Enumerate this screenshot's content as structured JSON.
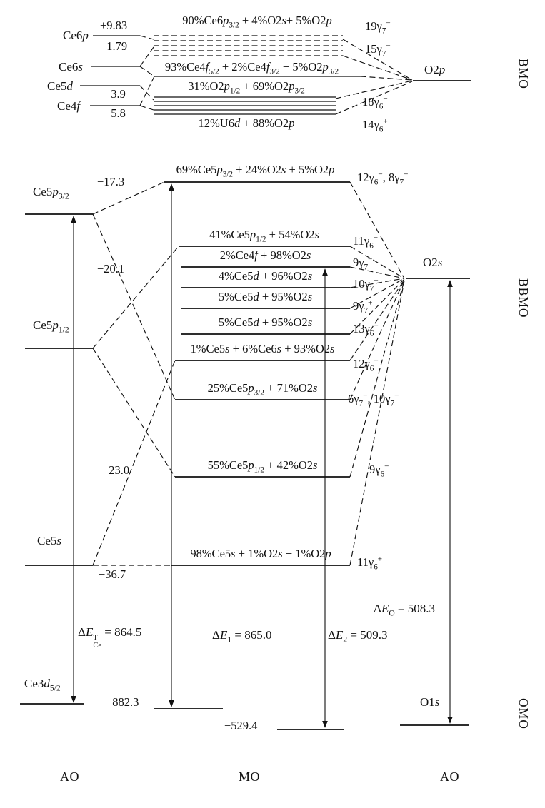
{
  "bmo": {
    "section_label": "BMO",
    "ao_ce6p": "Ce6<i>p</i>",
    "ao_ce6s": "Ce6<i>s</i>",
    "ao_ce5d": "Ce5<i>d</i>",
    "ao_ce4f": "Ce4<i>f</i>",
    "e_ce6p": "+9.83",
    "e_ce6s": "−1.79",
    "e_ce5d": "−3.9",
    "e_ce4f": "−5.8",
    "mo_top": "90%Ce6<i>p</i><sub>3/2</sub> + 4%O2<i>s</i>+ 5%O2<i>p</i>",
    "mo_4f": "93%Ce4<i>f</i><sub>5/2</sub> + 2%Ce4<i>f</i><sub>3/2</sub> + 5%O2<i>p</i><sub>3/2</sub>",
    "mo_2p": "31%O2<i>p</i><sub>1/2</sub> + 69%O2<i>p</i><sub>3/2</sub>",
    "mo_u6d": "12%U6<i>d</i> + 88%O2<i>p</i>",
    "sym_19g7": "19γ<sub>7</sub><sup>−</sup>",
    "sym_15g7": "15γ<sub>7</sub><sup>−</sup>",
    "sym_18g6": "18γ<sub>6</sub><sup>−</sup>",
    "sym_14g6": "14γ<sub>6</sub><sup>+</sup>",
    "ao_o2p": "O2<i>p</i>"
  },
  "bbmo": {
    "section_label": "BBMO",
    "ao_ce5p32": "Ce5<i>p</i><sub>3/2</sub>",
    "ao_ce5p12": "Ce5<i>p</i><sub>1/2</sub>",
    "ao_ce5s": "Ce5<i>s</i>",
    "e_17_3": "−17.3",
    "e_20_1": "−20.1",
    "e_23_0": "−23.0",
    "e_36_7": "−36.7",
    "ao_o2s": "O2<i>s</i>",
    "mos": [
      {
        "composition": "69%Ce5<i>p</i><sub>3/2</sub> + 24%O2<i>s</i> + 5%O2<i>p</i>",
        "symmetry": "12γ<sub>6</sub><sup>−</sup>, 8γ<sub>7</sub><sup>−</sup>"
      },
      {
        "composition": "41%Ce5<i>p</i><sub>1/2</sub> + 54%O2<i>s</i>",
        "symmetry": "11γ<sub>6</sub><sup>−</sup>"
      },
      {
        "composition": "2%Ce4<i>f</i> + 98%O2<i>s</i>",
        "symmetry": "9γ<sub>7</sub><sup>−</sup>"
      },
      {
        "composition": "4%Ce5<i>d</i> + 96%O2<i>s</i>",
        "symmetry": "10γ<sub>7</sub><sup>+</sup>"
      },
      {
        "composition": "5%Ce5<i>d</i> + 95%O2<i>s</i>",
        "symmetry": "9γ<sub>7</sub><sup>+</sup>"
      },
      {
        "composition": "5%Ce5<i>d</i> + 95%O2<i>s</i>",
        "symmetry": "13γ<sub>6</sub><sup>+</sup>"
      },
      {
        "composition": "1%Ce5<i>s</i> + 6%Ce6<i>s</i> + 93%O2<i>s</i>",
        "symmetry": "12γ<sub>6</sub><sup>+</sup>"
      },
      {
        "composition": "25%Ce5<i>p</i><sub>3/2</sub> + 71%O2<i>s</i>",
        "symmetry": "6γ<sub>7</sub><sup>−</sup>, 10γ<sub>7</sub><sup>−</sup>"
      },
      {
        "composition": "55%Ce5<i>p</i><sub>1/2</sub> + 42%O2<i>s</i>",
        "symmetry": "9γ<sub>6</sub><sup>−</sup>"
      },
      {
        "composition": "98%Ce5<i>s</i> + 1%O2<i>s</i> + 1%O2<i>p</i>",
        "symmetry": "11γ<sub>6</sub><sup>+</sup>"
      }
    ]
  },
  "omo": {
    "section_label": "OMO",
    "ao_ce3d": "Ce3<i>d</i><sub>5/2</sub>",
    "e_ce3d": "−882.3",
    "e_mo": "−529.4",
    "ao_o1s": "O1<i>s</i>"
  },
  "arrows": {
    "de_ce": "Δ<i>E</i><span class='ss'><span>T</span><span>Ce</span></span> = 864.5",
    "de_1": "Δ<i>E</i><sub>1</sub> = 865.0",
    "de_2": "Δ<i>E</i><sub>2</sub> = 509.3",
    "de_o": "Δ<i>E</i><sub>O</sub> = 508.3"
  },
  "axis": {
    "left": "AO",
    "middle": "MO",
    "right": "AO"
  }
}
